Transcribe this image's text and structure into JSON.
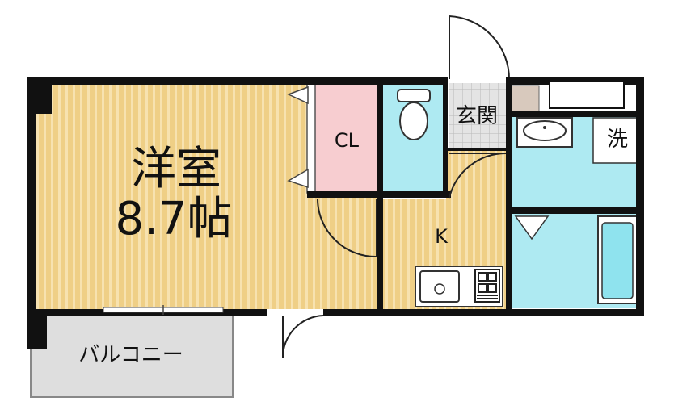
{
  "rooms": {
    "western_room_name": "洋室",
    "western_room_size": "8.7帖",
    "closet": "CL",
    "entrance": "玄関",
    "kitchen": "K",
    "washer": "洗",
    "balcony": "バルコニー"
  },
  "colors": {
    "wood_floor": "#efcf86",
    "wood_stripe": "#f7e2b0",
    "closet_fill": "#f7cdd0",
    "wet_area": "#aeeaf2",
    "entrance_tile": "#d9d9d9",
    "balcony_fill": "#dedede",
    "wall": "#111111"
  }
}
